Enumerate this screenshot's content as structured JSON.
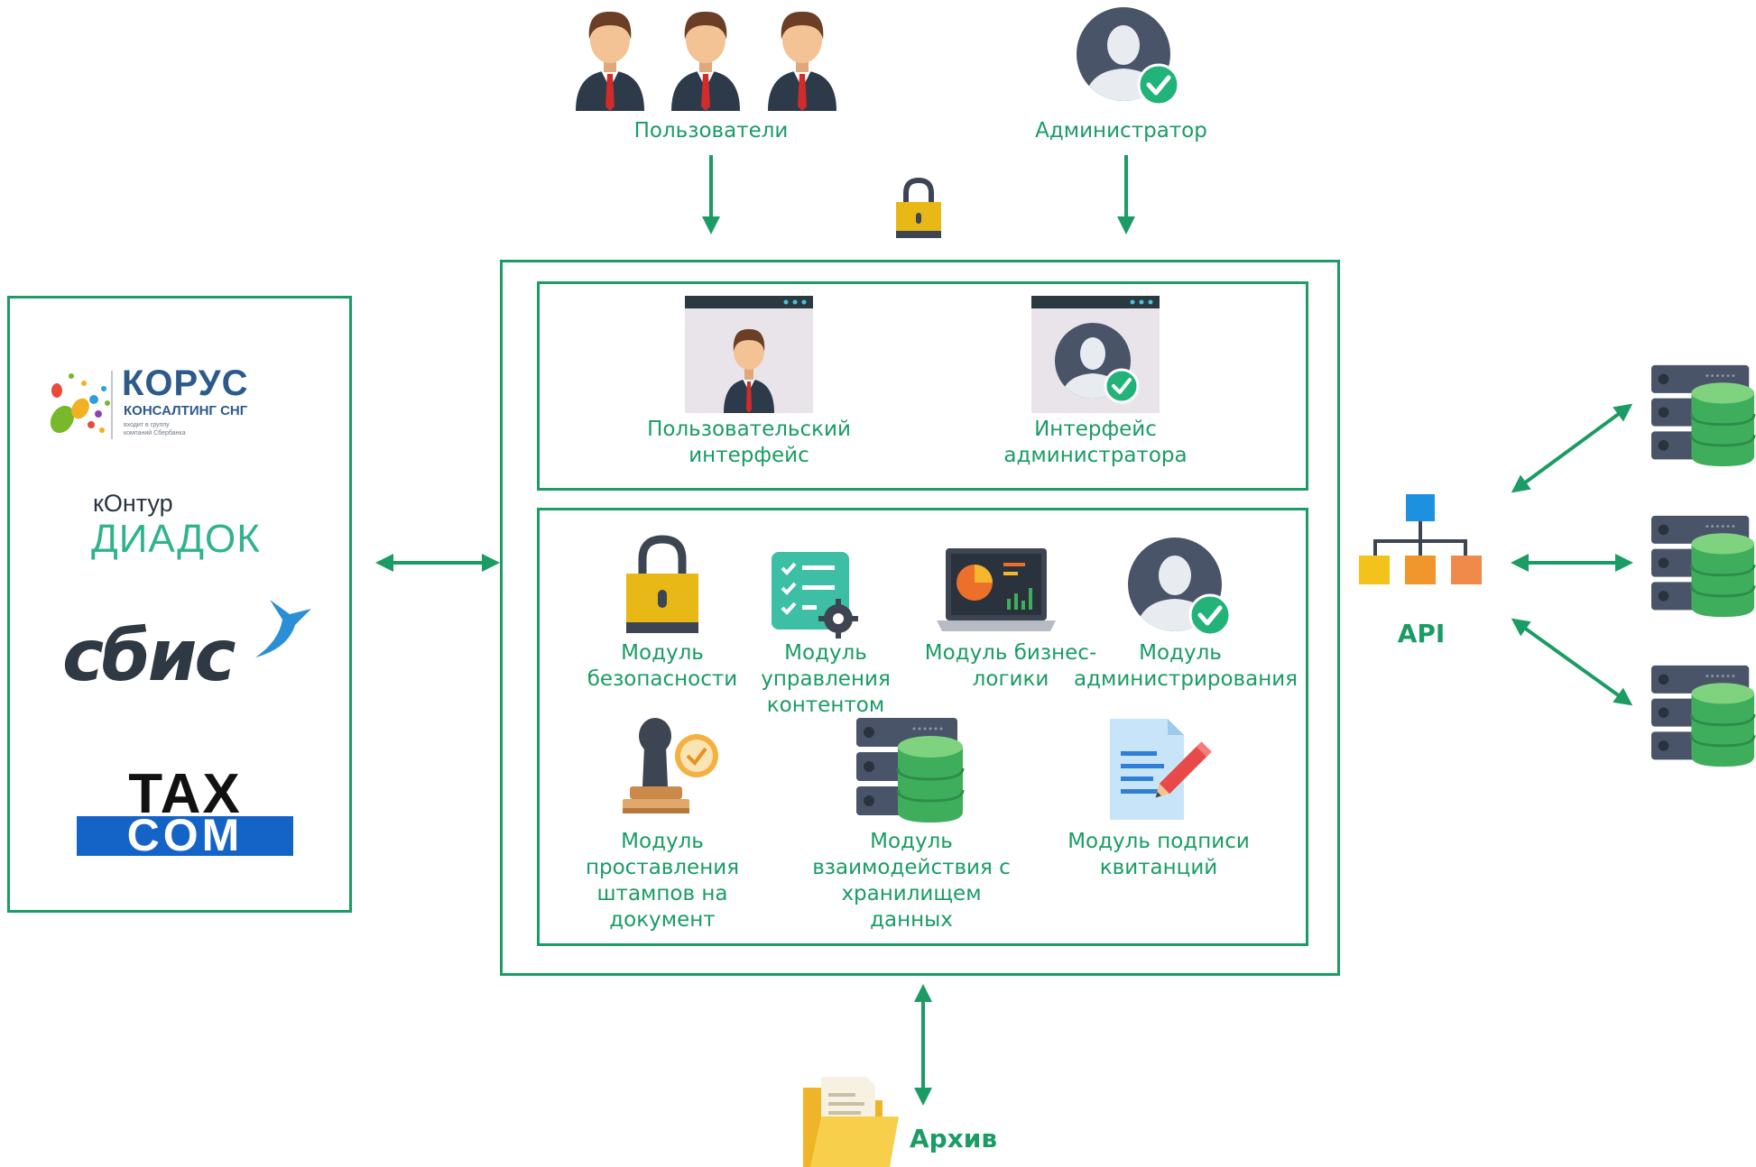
{
  "actors": {
    "users_label": "Пользователи",
    "admin_label": "Администратор"
  },
  "interfaces": {
    "user_label": "Пользовательский\nинтерфейс",
    "admin_label": "Интерфейс\nадминистратора"
  },
  "modules": {
    "security": "Модуль\nбезопасности",
    "content": "Модуль управления\nконтентом",
    "business": "Модуль бизнес-\nлогики",
    "administration": "Модуль\nадминистрирования",
    "stamps": "Модуль\nпроставления\nштампов на\nдокумент",
    "storage": "Модуль\nвзаимодействия с\nхранилищем\nданных",
    "receipts": "Модуль подписи\nквитанций"
  },
  "operators": {
    "korus_title": "КОРУС",
    "korus_subtitle": "КОНСАЛТИНГ СНГ",
    "korus_tagline": "входит в группу\nкомпаний Сбербанка",
    "kontur_top": "кОнтур",
    "kontur_bottom": "ДИАДОК",
    "sbis": "сбис",
    "taxcom_top": "TAX",
    "taxcom_bottom": "COM"
  },
  "api_label": "API",
  "archive_label": "Архив",
  "colors": {
    "accent": "#1a9c64",
    "lock": "#e8b817",
    "server_body": "#4a5468",
    "db_green": "#3fae5c",
    "api_blue": "#1e90e0",
    "api_yellow": "#f2c31a",
    "api_orange": "#f0962a"
  }
}
